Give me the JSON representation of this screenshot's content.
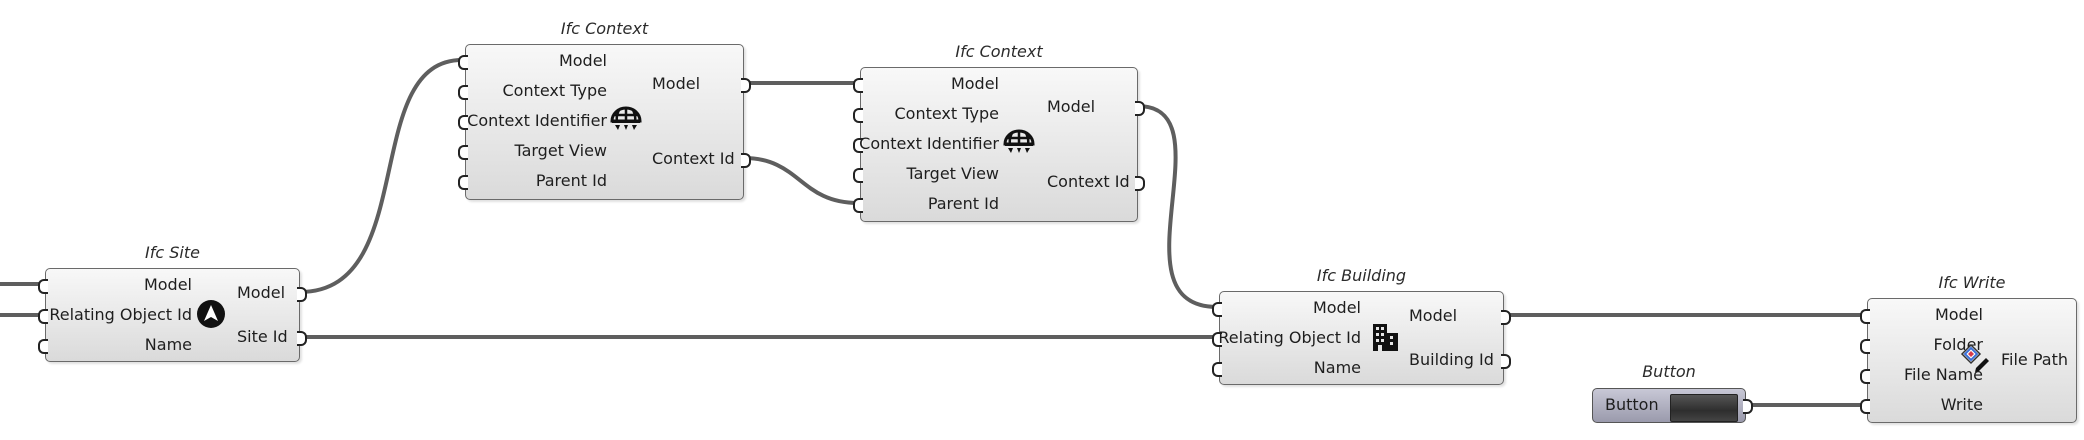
{
  "components": {
    "ifc_site": {
      "title": "Ifc Site",
      "inputs": [
        "Model",
        "Relating Object Id",
        "Name"
      ],
      "outputs": [
        "Model",
        "Site Id"
      ],
      "icon": "compass-icon"
    },
    "ifc_context_1": {
      "title": "Ifc Context",
      "inputs": [
        "Model",
        "Context Type",
        "Context Identifier",
        "Target View",
        "Parent Id"
      ],
      "outputs": [
        "Model",
        "Context Id"
      ],
      "icon": "globe-context-icon"
    },
    "ifc_context_2": {
      "title": "Ifc Context",
      "inputs": [
        "Model",
        "Context Type",
        "Context Identifier",
        "Target View",
        "Parent Id"
      ],
      "outputs": [
        "Model",
        "Context Id"
      ],
      "icon": "globe-context-icon"
    },
    "ifc_building": {
      "title": "Ifc Building",
      "inputs": [
        "Model",
        "Relating Object Id",
        "Name"
      ],
      "outputs": [
        "Model",
        "Building Id"
      ],
      "icon": "building-icon"
    },
    "ifc_write": {
      "title": "Ifc Write",
      "inputs": [
        "Model",
        "Folder",
        "File Name",
        "Write"
      ],
      "outputs": [
        "File Path"
      ],
      "icon": "write-file-icon"
    },
    "button": {
      "title": "Button",
      "label": "Button"
    }
  },
  "colors": {
    "wire": "#5e5e5e",
    "component_fill_top": "#f8f8f8",
    "component_fill_bottom": "#dadada",
    "component_border": "#6a6a6a",
    "button_fill": "#a8a8ba"
  }
}
